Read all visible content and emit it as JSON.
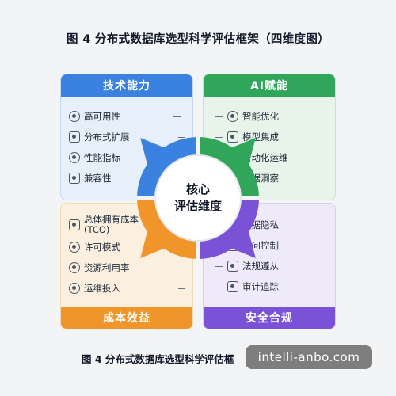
{
  "title": "图 4 分布式数据库选型科学评估框架（四维度图）",
  "center": {
    "line1": "核心",
    "line2": "评估维度"
  },
  "quadrants": {
    "tech": {
      "heading": "技术能力",
      "color": "#3b82e0",
      "items": [
        {
          "label": "高可用性",
          "icon": "check-circle-icon"
        },
        {
          "label": "分布式扩展",
          "icon": "nodes-icon"
        },
        {
          "label": "性能指标",
          "icon": "gauge-icon"
        },
        {
          "label": "兼容性",
          "icon": "grid-icon"
        }
      ]
    },
    "ai": {
      "heading": "AI赋能",
      "color": "#2fa65a",
      "items": [
        {
          "label": "智能优化",
          "icon": "brain-icon"
        },
        {
          "label": "模型集成",
          "icon": "cube-icon"
        },
        {
          "label": "自动化运维",
          "icon": "gear-icon"
        },
        {
          "label": "数据洞察",
          "icon": "search-icon"
        }
      ]
    },
    "cost": {
      "heading": "成本效益",
      "color": "#f0952a",
      "items": [
        {
          "label": "总体拥有成本",
          "label2": "(TCO)",
          "icon": "document-icon"
        },
        {
          "label": "许可模式",
          "icon": "key-icon"
        },
        {
          "label": "资源利用率",
          "icon": "pie-icon"
        },
        {
          "label": "运维投入",
          "icon": "coin-icon"
        }
      ]
    },
    "security": {
      "heading": "安全合规",
      "color": "#7a52d6",
      "items": [
        {
          "label": "数据隐私",
          "icon": "shield-icon"
        },
        {
          "label": "访问控制",
          "icon": "lock-icon"
        },
        {
          "label": "法规遵从",
          "icon": "document-check-icon"
        },
        {
          "label": "审计追踪",
          "icon": "audit-icon"
        }
      ]
    }
  },
  "caption": "图 4 分布式数据库选型科学评估框",
  "watermark": "intelli-anbo.com"
}
